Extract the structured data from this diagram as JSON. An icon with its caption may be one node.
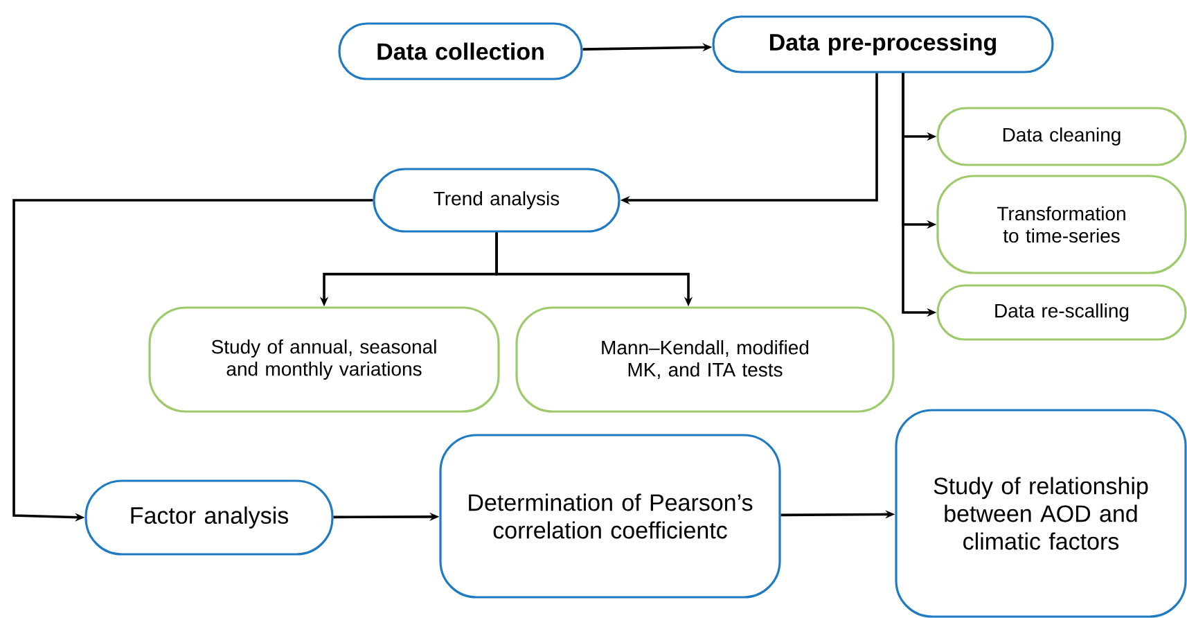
{
  "diagram": {
    "nodes": [
      {
        "text": [
          "Data collection"
        ]
      },
      {
        "text": [
          "Data pre-processing"
        ]
      },
      {
        "text": [
          "Data cleaning"
        ]
      },
      {
        "text": [
          "Transformation to time-series"
        ]
      },
      {
        "text": [
          "Data re-scalling"
        ]
      },
      {
        "text": [
          "Trend analysis"
        ]
      },
      {
        "text": [
          "Study of annual, seasonal and monthly variations"
        ]
      },
      {
        "text": [
          "Mann–Kendall, modified MK, and ITA tests"
        ]
      },
      {
        "text": [
          "Factor analysis"
        ]
      },
      {
        "text": [
          "Determination of Pearson’s correlation coefficientc"
        ]
      },
      {
        "text": [
          "Study of relationship between AOD and climatic factors"
        ]
      }
    ],
    "edges": [
      {
        "from": 0,
        "to": 1,
        "arrow": "to"
      },
      {
        "from": 1,
        "to": 2,
        "arrow": "to"
      },
      {
        "from": 1,
        "to": 3,
        "arrow": "to"
      },
      {
        "from": 1,
        "to": 4,
        "arrow": "to"
      },
      {
        "from": 1,
        "to": 5,
        "arrow": "to"
      },
      {
        "from": 5,
        "to": 6,
        "arrow": "to"
      },
      {
        "from": 5,
        "to": 7,
        "arrow": "to"
      },
      {
        "from": 5,
        "to": 8,
        "arrow": "to"
      },
      {
        "from": 8,
        "to": 9,
        "arrow": "to"
      },
      {
        "from": 9,
        "to": 10,
        "arrow": "to"
      }
    ]
  }
}
